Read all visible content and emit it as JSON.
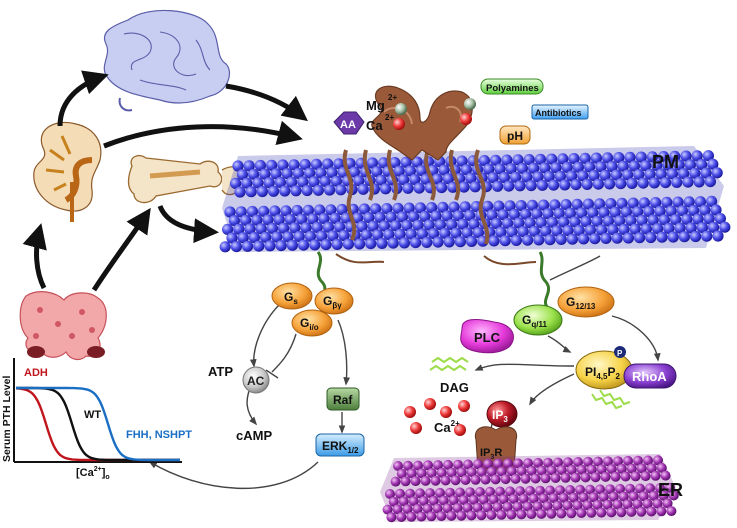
{
  "membranes": {
    "plasma_membrane": "PM",
    "endoplasmic_reticulum": "ER"
  },
  "receptor_ligands": {
    "mg": "Mg",
    "mg_charge": "2+",
    "ca": "Ca",
    "ca_charge": "2+",
    "aa": "AA",
    "polyamines": "Polyamines",
    "antibiotics": "Antibiotics",
    "ph": "pH"
  },
  "g_proteins": {
    "gs": "Gs",
    "gs_main": "G",
    "gs_sub": "s",
    "gbg_main": "G",
    "gbg_sub": "βγ",
    "gio_main": "G",
    "gio_sub": "i/o",
    "gq_main": "G",
    "gq_sub": "q/11",
    "g1213_main": "G",
    "g1213_sub": "12/13"
  },
  "effectors": {
    "atp": "ATP",
    "ac": "AC",
    "camp": "cAMP",
    "raf": "Raf",
    "erk_main": "ERK",
    "erk_sub": "1/2",
    "plc": "PLC",
    "pip2_a": "PI",
    "pip2_b": "4,5",
    "pip2_c": "P",
    "pip2_d": "2",
    "p_badge": "P",
    "dag": "DAG",
    "ip3_main": "IP",
    "ip3_sub": "3",
    "ip3r_main": "IP",
    "ip3r_sub": "3",
    "ip3r_tail": "R",
    "ca_er": "Ca",
    "ca_er_charge": "2+",
    "rhoa": "RhoA"
  },
  "pth_graph": {
    "ylabel": "Serum PTH Level",
    "xlabel_main": "[Ca",
    "xlabel_charge": "2+",
    "xlabel_tail": "]",
    "xlabel_sub": "o",
    "series": [
      {
        "name": "ADH",
        "color": "#c0151d"
      },
      {
        "name": "WT",
        "color": "#111111"
      },
      {
        "name": "FHH, NSHPT",
        "color": "#1a6fc4"
      }
    ]
  }
}
